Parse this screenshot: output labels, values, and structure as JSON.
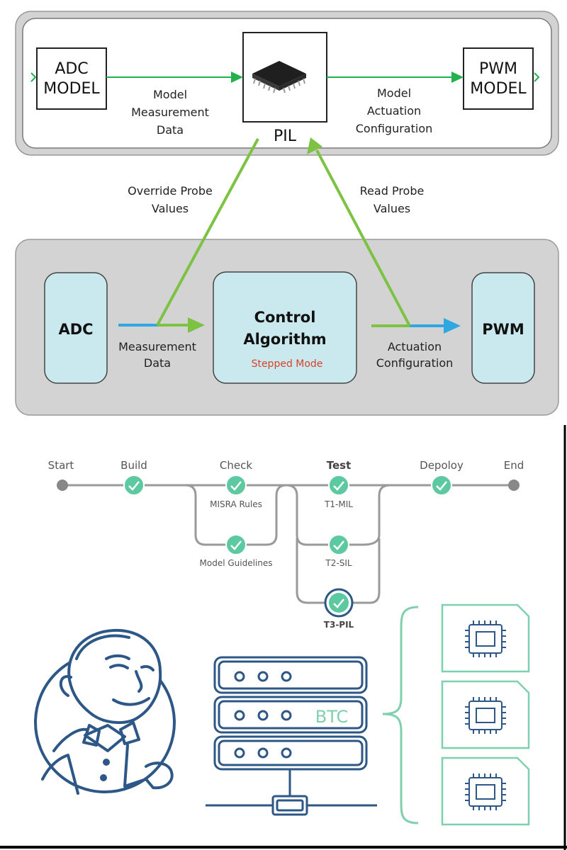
{
  "pil_diagram": {
    "adc_model": [
      "ADC",
      "MODEL"
    ],
    "pwm_model": [
      "PWM",
      "MODEL"
    ],
    "pil_label": "PIL",
    "model_measurement": [
      "Model",
      "Measurement",
      "Data"
    ],
    "model_actuation": [
      "Model",
      "Actuation",
      "Configuration"
    ],
    "override_probe": [
      "Override Probe",
      "Values"
    ],
    "read_probe": [
      "Read Probe",
      "Values"
    ],
    "adc": "ADC",
    "pwm": "PWM",
    "control_algorithm": [
      "Control",
      "Algorithm"
    ],
    "stepped_mode": "Stepped Mode",
    "measurement_data": [
      "Measurement",
      "Data"
    ],
    "actuation_config": [
      "Actuation",
      "Configuration"
    ],
    "colors": {
      "green": "#7dc243",
      "blue": "#2fa7e0",
      "red": "#d9412b",
      "box_fill": "#c9e9ee"
    }
  },
  "pipeline": {
    "stages": [
      {
        "label": "Start"
      },
      {
        "label": "Build"
      },
      {
        "label": "Check"
      },
      {
        "label": "Test"
      },
      {
        "label": "Depoloy"
      },
      {
        "label": "End"
      }
    ],
    "branch_labels": {
      "misra": "MISRA Rules",
      "guidelines": "Model Guidelines",
      "t1": "T1-MIL",
      "t2": "T2-SIL",
      "t3": "T3-PIL"
    },
    "colors": {
      "check": "#5cc9a0",
      "line": "#9a9a9a"
    }
  },
  "bottom": {
    "server_label": "BTC",
    "colors": {
      "navy": "#2d5786",
      "teal": "#7fd0ae"
    }
  }
}
